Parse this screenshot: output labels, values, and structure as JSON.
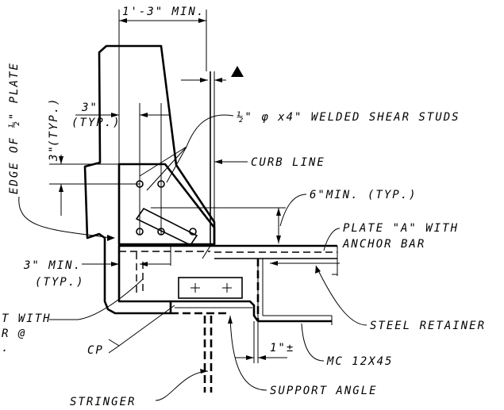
{
  "labels": {
    "dim_top": "1'-3\" MIN.",
    "edge_plate_a": "EDGE OF ",
    "edge_plate_b": "½\" PLATE",
    "three_typ_left_a": "3\"",
    "three_typ_left_b": "(TYP.)",
    "three_typ_upper_a": "3\"",
    "three_typ_upper_b": "(TYP.)",
    "studs": "½\" φ x4\" WELDED SHEAR STUDS",
    "curb_line": "CURB LINE",
    "six_min": "6\"MIN. (TYP.)",
    "plate_a_1": "PLATE \"A\" WITH",
    "plate_a_2": "ANCHOR BAR",
    "three_min_a": "3\" MIN.",
    "three_min_b": "(TYP.)",
    "cut_left_1": "T WITH",
    "cut_left_2": "R @",
    "cut_left_3": ".",
    "cp": "CP",
    "steel_retainer": "STEEL RETAINER",
    "one_inch": "1\"±",
    "mc": "MC 12X45",
    "support_angle": "SUPPORT ANGLE",
    "stringer": "STRINGER"
  },
  "colors": {
    "ink": "#000000",
    "background": "#ffffff"
  },
  "icons": {
    "revision_marker": "triangle-up-icon"
  }
}
